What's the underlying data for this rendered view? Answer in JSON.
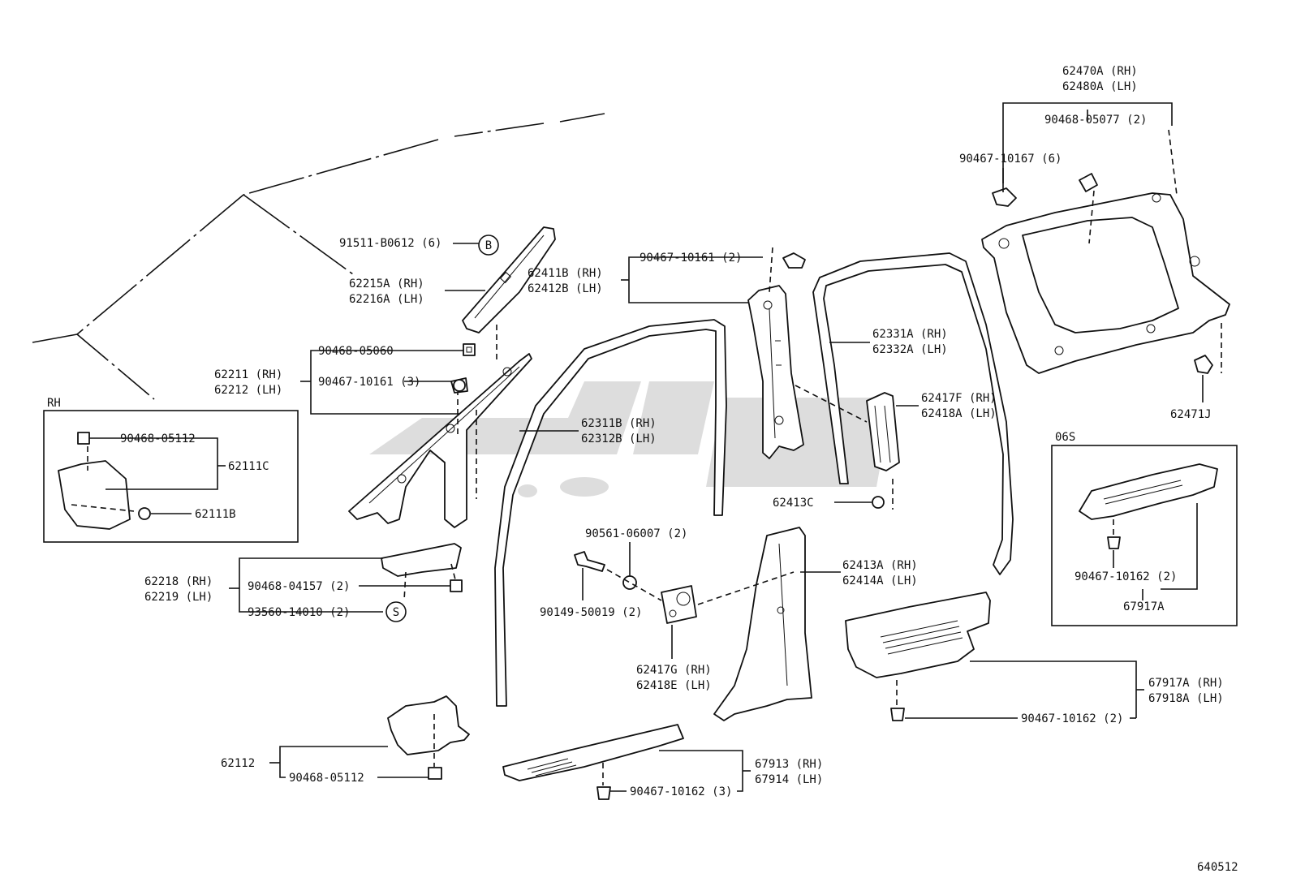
{
  "labels": {
    "p62470A": "62470A (RH)",
    "p62480A": "62480A (LH)",
    "p90468_05077": "90468-05077 (2)",
    "p90467_10167": "90467-10167 (6)",
    "p91511_B0612": "91511-B0612 (6)",
    "p62215A": "62215A (RH)",
    "p62216A": "62216A (LH)",
    "p90467_10161_2": "90467-10161 (2)",
    "p62411B": "62411B (RH)",
    "p62412B": "62412B (LH)",
    "p90468_05060": "90468-05060",
    "p62211": "62211 (RH)",
    "p62212": "62212 (LH)",
    "p90467_10161_3": "90467-10161 (3)",
    "p62331A": "62331A (RH)",
    "p62332A": "62332A (LH)",
    "p62417F": "62417F (RH)",
    "p62418A": "62418A (LH)",
    "p62471J": "62471J",
    "p62311B": "62311B (RH)",
    "p62312B": "62312B (LH)",
    "rh_box": "RH",
    "p90468_05112_rh": "90468-05112",
    "p62111C": "62111C",
    "p62111B": "62111B",
    "p62413C": "62413C",
    "o6s_box": "06S",
    "p90561_06007": "90561-06007 (2)",
    "p62413A": "62413A (RH)",
    "p62414A": "62414A (LH)",
    "p62218": "62218 (RH)",
    "p62219": "62219 (LH)",
    "p90468_04157": "90468-04157 (2)",
    "p93560_14010": "93560-14010 (2)",
    "p90149_50019": "90149-50019 (2)",
    "p90467_10162_o6s": "90467-10162 (2)",
    "p67917A_o6s": "67917A",
    "p62417G": "62417G (RH)",
    "p62418E": "62418E (LH)",
    "p67917A": "67917A (RH)",
    "p67918A": "67918A (LH)",
    "p90467_10162_2": "90467-10162 (2)",
    "p62112": "62112",
    "p90468_05112": "90468-05112",
    "p67913": "67913 (RH)",
    "p67914": "67914 (LH)",
    "p90467_10162_3": "90467-10162 (3)",
    "callout_B": "B",
    "callout_S": "S",
    "diagram_no": "640512"
  }
}
